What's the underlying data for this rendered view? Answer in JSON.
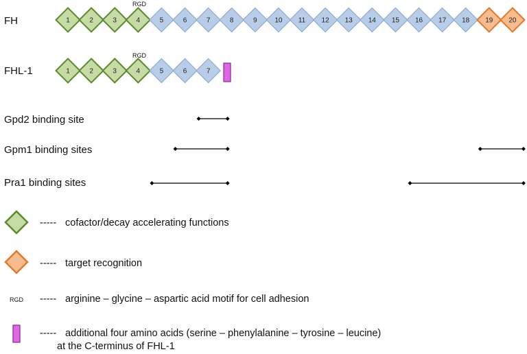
{
  "colors": {
    "ccp_green_fill": "#C5DDA5",
    "ccp_green_stroke": "#5E8A2E",
    "ccp_blue_fill": "#B8CDE8",
    "ccp_blue_stroke": "#8DA9CF",
    "ccp_orange_fill": "#F7BC8E",
    "ccp_orange_stroke": "#E07A2E",
    "c_terminus_fill": "#E066E6",
    "c_terminus_stroke": "#8A2A8F",
    "line": "#000000"
  },
  "proteins": [
    {
      "label": "FH",
      "rgd_label": "RGD",
      "rgd_after_domain": "4",
      "domains": [
        {
          "n": "1",
          "type": "green"
        },
        {
          "n": "2",
          "type": "green"
        },
        {
          "n": "3",
          "type": "green"
        },
        {
          "n": "4",
          "type": "green"
        },
        {
          "n": "5",
          "type": "blue"
        },
        {
          "n": "6",
          "type": "blue"
        },
        {
          "n": "7",
          "type": "blue"
        },
        {
          "n": "8",
          "type": "blue"
        },
        {
          "n": "9",
          "type": "blue"
        },
        {
          "n": "10",
          "type": "blue"
        },
        {
          "n": "11",
          "type": "blue"
        },
        {
          "n": "12",
          "type": "blue"
        },
        {
          "n": "13",
          "type": "blue"
        },
        {
          "n": "14",
          "type": "blue"
        },
        {
          "n": "15",
          "type": "blue"
        },
        {
          "n": "16",
          "type": "blue"
        },
        {
          "n": "17",
          "type": "blue"
        },
        {
          "n": "18",
          "type": "blue"
        },
        {
          "n": "19",
          "type": "orange"
        },
        {
          "n": "20",
          "type": "orange"
        }
      ],
      "c_terminus": false
    },
    {
      "label": "FHL-1",
      "rgd_label": "RGD",
      "rgd_after_domain": "4",
      "domains": [
        {
          "n": "1",
          "type": "green"
        },
        {
          "n": "2",
          "type": "green"
        },
        {
          "n": "3",
          "type": "green"
        },
        {
          "n": "4",
          "type": "green"
        },
        {
          "n": "5",
          "type": "blue"
        },
        {
          "n": "6",
          "type": "blue"
        },
        {
          "n": "7",
          "type": "blue"
        }
      ],
      "c_terminus": true
    }
  ],
  "binding_sites": [
    {
      "label": "Gpd2 binding site",
      "ranges": [
        {
          "from": "7",
          "to": "8"
        }
      ]
    },
    {
      "label": "Gpm1 binding sites",
      "ranges": [
        {
          "from": "6",
          "to": "8"
        },
        {
          "from": "19",
          "to": "20"
        }
      ]
    },
    {
      "label": "Pra1 binding sites",
      "ranges": [
        {
          "from": "5",
          "to": "8"
        },
        {
          "from": "16",
          "to": "20"
        }
      ]
    }
  ],
  "legend": {
    "cofactor": {
      "dash": "-----",
      "text": "cofactor/decay accelerating functions"
    },
    "target": {
      "dash": "-----",
      "text": "target recognition"
    },
    "rgd": {
      "symbol": "RGD",
      "dash": "-----",
      "text": "arginine – glycine – aspartic acid motif for cell adhesion"
    },
    "c_terminus": {
      "dash": "-----",
      "text_line1": "additional four amino acids (serine – phenylalanine – tyrosine – leucine)",
      "text_line2": "at the C-terminus of FHL-1"
    }
  }
}
